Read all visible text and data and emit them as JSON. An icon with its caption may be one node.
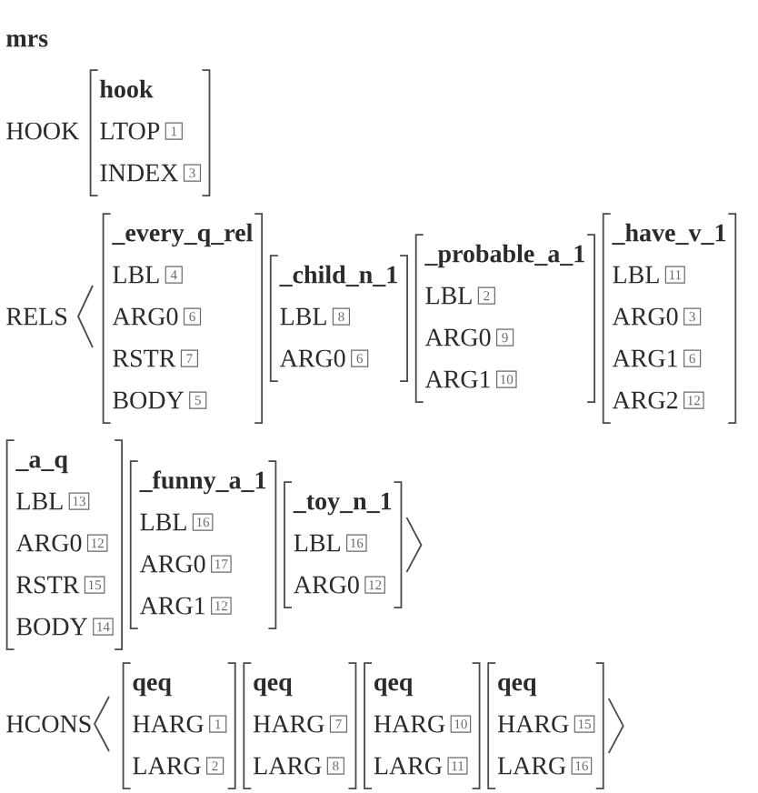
{
  "diagram": {
    "nodes": [
      {
        "text": [
          "hook",
          "LTOP",
          "INDEX"
        ]
      },
      {
        "text": [
          "1"
        ],
        "in": 0
      },
      {
        "text": [
          "3"
        ],
        "in": 0
      },
      {
        "text": [
          "_every_q_rel",
          "LBL",
          "ARG0",
          "RSTR",
          "BODY"
        ]
      },
      {
        "text": [
          "4"
        ],
        "in": 3
      },
      {
        "text": [
          "6"
        ],
        "in": 3
      },
      {
        "text": [
          "7"
        ],
        "in": 3
      },
      {
        "text": [
          "5"
        ],
        "in": 3
      },
      {
        "text": [
          "_child_n_1",
          "LBL",
          "ARG0"
        ]
      },
      {
        "text": [
          "8"
        ],
        "in": 8
      },
      {
        "text": [
          "6"
        ],
        "in": 8
      },
      {
        "text": [
          "_probable_a_1",
          "LBL",
          "ARG0",
          "ARG1"
        ]
      },
      {
        "text": [
          "2"
        ],
        "in": 11
      },
      {
        "text": [
          "9"
        ],
        "in": 11
      },
      {
        "text": [
          "10"
        ],
        "in": 11
      },
      {
        "text": [
          "_have_v_1",
          "LBL",
          "ARG0",
          "ARG1",
          "ARG2"
        ]
      },
      {
        "text": [
          "11"
        ],
        "in": 15
      },
      {
        "text": [
          "3"
        ],
        "in": 15
      },
      {
        "text": [
          "6"
        ],
        "in": 15
      },
      {
        "text": [
          "12"
        ],
        "in": 15
      },
      {
        "text": [
          "_a_q",
          "LBL",
          "ARG0",
          "RSTR",
          "BODY"
        ]
      },
      {
        "text": [
          "13"
        ],
        "in": 20
      },
      {
        "text": [
          "12"
        ],
        "in": 20
      },
      {
        "text": [
          "15"
        ],
        "in": 20
      },
      {
        "text": [
          "14"
        ],
        "in": 20
      },
      {
        "text": [
          "_funny_a_1",
          "LBL",
          "ARG0",
          "ARG1"
        ]
      },
      {
        "text": [
          "16"
        ],
        "in": 25
      },
      {
        "text": [
          "17"
        ],
        "in": 25
      },
      {
        "text": [
          "12"
        ],
        "in": 25
      },
      {
        "text": [
          "_toy_n_1",
          "LBL",
          "ARG0"
        ]
      },
      {
        "text": [
          "16"
        ],
        "in": 29
      },
      {
        "text": [
          "12"
        ],
        "in": 29
      },
      {
        "text": [
          "qeq",
          "HARG",
          "LARG"
        ]
      },
      {
        "text": [
          "1"
        ],
        "in": 32
      },
      {
        "text": [
          "2"
        ],
        "in": 32
      },
      {
        "text": [
          "qeq",
          "HARG",
          "LARG"
        ]
      },
      {
        "text": [
          "7"
        ],
        "in": 35
      },
      {
        "text": [
          "8"
        ],
        "in": 35
      },
      {
        "text": [
          "qeq",
          "HARG",
          "LARG"
        ]
      },
      {
        "text": [
          "10"
        ],
        "in": 38
      },
      {
        "text": [
          "11"
        ],
        "in": 38
      },
      {
        "text": [
          "qeq",
          "HARG",
          "LARG"
        ]
      },
      {
        "text": [
          "15"
        ],
        "in": 41
      },
      {
        "text": [
          "16"
        ],
        "in": 41
      }
    ],
    "labels": [
      "mrs",
      "HOOK",
      "RELS",
      "HCONS"
    ]
  }
}
